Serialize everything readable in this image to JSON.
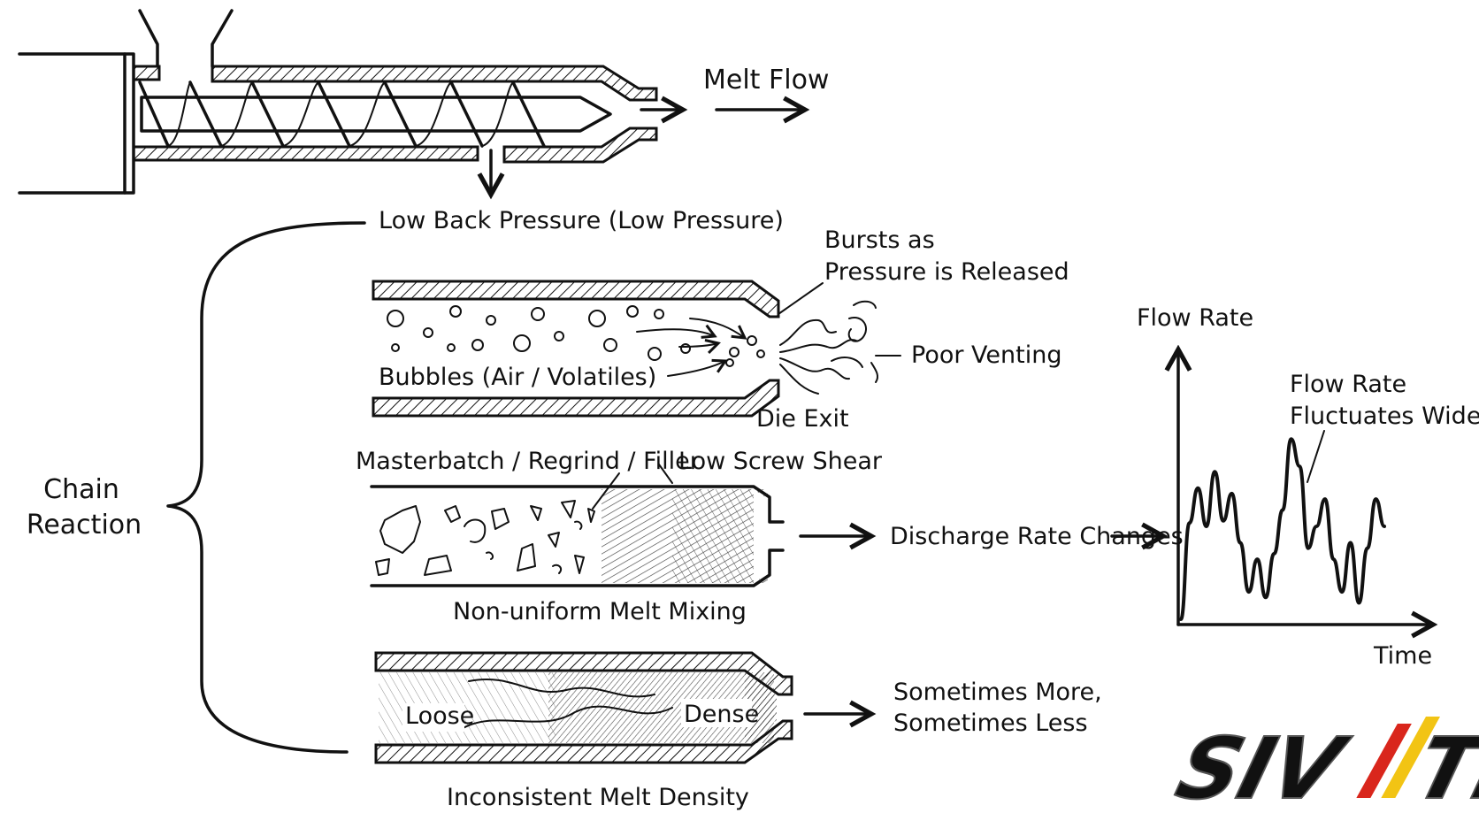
{
  "labels": {
    "melt_flow": "Melt Flow",
    "low_back_pressure": "Low Back Pressure (Low Pressure)",
    "chain_reaction_line1": "Chain",
    "chain_reaction_line2": "Reaction",
    "bursts_line1": "Bursts as",
    "bursts_line2": "Pressure is Released",
    "poor_venting": "Poor Venting",
    "bubbles": "Bubbles (Air / Volatiles)",
    "die_exit": "Die Exit",
    "masterbatch": "Masterbatch / Regrind / Filler",
    "low_screw_shear": "Low Screw Shear",
    "discharge_rate_changes": "Discharge Rate Changes",
    "non_uniform_mixing": "Non-uniform Melt Mixing",
    "loose": "Loose",
    "dense": "Dense",
    "sometimes_more": "Sometimes More,",
    "sometimes_less": "Sometimes Less",
    "inconsistent_density": "Inconsistent Melt Density"
  },
  "chart": {
    "ylabel": "Flow Rate",
    "xlabel": "Time",
    "annotation_line1": "Flow Rate",
    "annotation_line2": "Fluctuates Widely"
  },
  "chart_data": {
    "type": "line",
    "title": "",
    "xlabel": "Time",
    "ylabel": "Flow Rate",
    "grid": false,
    "series": [
      {
        "values": [
          0,
          0.88,
          1.2,
          0.85,
          1.35,
          0.9,
          1.15,
          0.7,
          0.25,
          0.55,
          0.2,
          0.6,
          1.0,
          1.65,
          1.4,
          0.65,
          0.85,
          1.1,
          0.55,
          0.25,
          0.7,
          0.15,
          0.65,
          1.1,
          0.85
        ]
      }
    ]
  },
  "logo": {
    "text": "SIVITE",
    "colors": [
      "#1a1a1a",
      "#d9261c",
      "#f2c414"
    ]
  }
}
